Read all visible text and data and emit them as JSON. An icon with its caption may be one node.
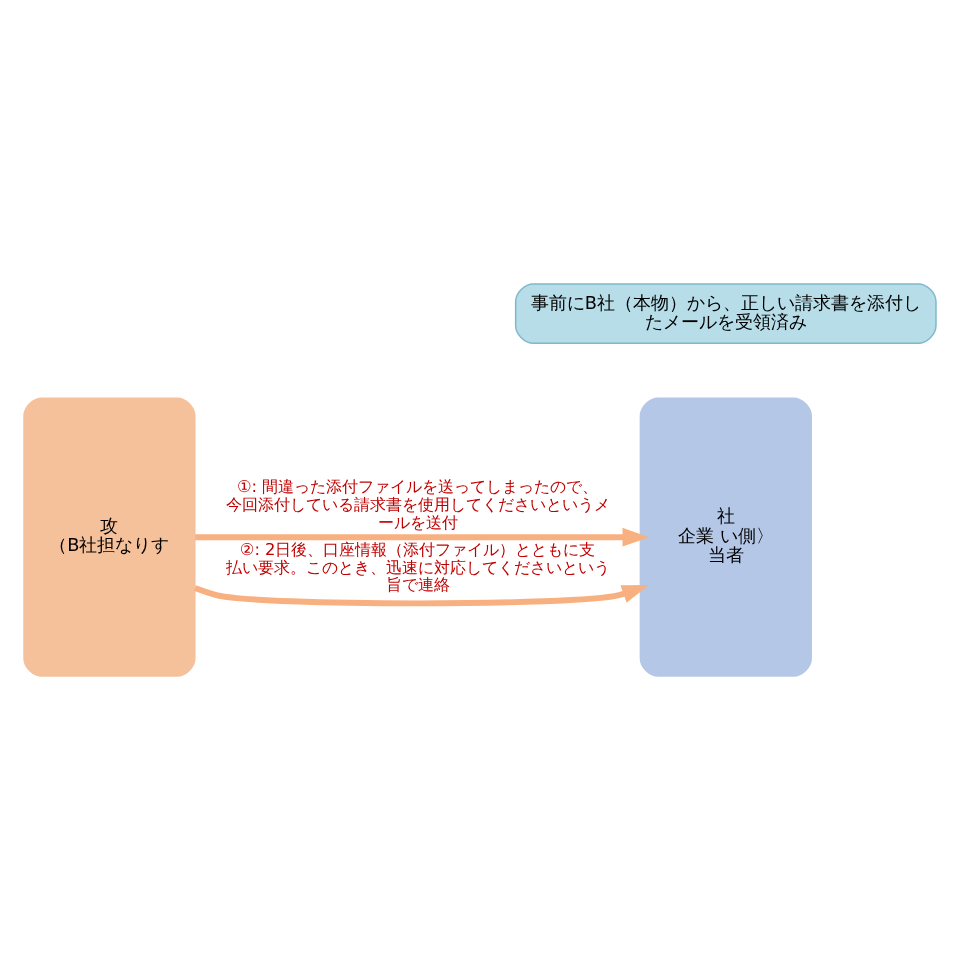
{
  "diagram": {
    "nodes": [
      {
        "text": [
          "社",
          "企業 い側〉",
          "当者"
        ]
      },
      {
        "text": [
          "事前にB社（本物）から、正しい請求書を添付したメールを受領済み"
        ]
      },
      {
        "text": [
          "攻",
          "（B社担なりす"
        ]
      }
    ],
    "edges": [
      {
        "from": 2,
        "to": 0,
        "arrow": "to",
        "label": "①: 間違った添付ファイルを送ってしまったので、今回添付している請求書を使用してくださいというメールを送付"
      },
      {
        "from": 2,
        "to": 0,
        "arrow": "to",
        "label": "②: 2日後、口座情報（添付ファイル）とともに支払い要求。このとき、迅速に対応してくださいという旨で連絡"
      }
    ]
  }
}
